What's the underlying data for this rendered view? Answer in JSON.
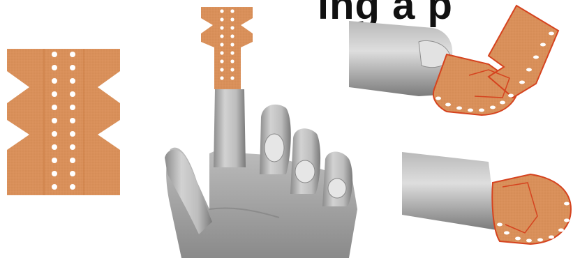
{
  "title_fragment": "ing a p",
  "colors": {
    "bandage": "#d9905a",
    "bandage_edge": "#c97840",
    "bandage_outline": "#d5431f",
    "perforation": "#ffffff",
    "skin_light": "#d6d6d6",
    "skin_mid": "#a9a9a9",
    "skin_dark": "#5e5e5e",
    "background": "#ffffff"
  },
  "panels": [
    {
      "name": "flat-bandage",
      "icon": "butterfly-fingertip-bandage-icon"
    },
    {
      "name": "raised-index-finger-with-bandage",
      "icon": "hand-icon"
    },
    {
      "name": "bandage-folding-over-fingertip",
      "icon": "finger-fold-icon"
    },
    {
      "name": "bandage-wrapped-on-fingertip",
      "icon": "finger-wrapped-icon"
    }
  ]
}
